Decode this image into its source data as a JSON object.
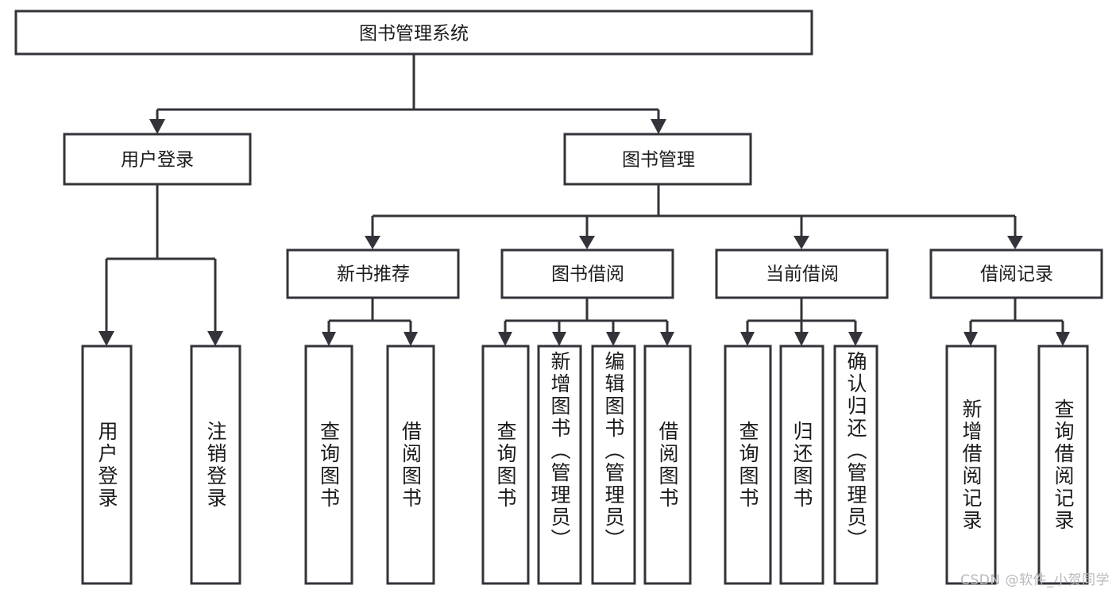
{
  "diagram": {
    "type": "tree",
    "title": "图书管理系统",
    "orientation": "top-down",
    "colors": {
      "box_stroke": "#33333a",
      "box_fill": "#ffffff",
      "text": "#1b1b1b",
      "background": "#ffffff",
      "watermark": "#b9b9bd"
    },
    "root": {
      "label": "图书管理系统",
      "children": [
        {
          "label": "用户登录",
          "children": [
            {
              "label": "用户登录"
            },
            {
              "label": "注销登录"
            }
          ]
        },
        {
          "label": "图书管理",
          "children": [
            {
              "label": "新书推荐",
              "children": [
                {
                  "label": "查询图书"
                },
                {
                  "label": "借阅图书"
                }
              ]
            },
            {
              "label": "图书借阅",
              "children": [
                {
                  "label": "查询图书"
                },
                {
                  "label": "新增图书（管理员）"
                },
                {
                  "label": "编辑图书（管理员）"
                },
                {
                  "label": "借阅图书"
                }
              ]
            },
            {
              "label": "当前借阅",
              "children": [
                {
                  "label": "查询图书"
                },
                {
                  "label": "归还图书"
                },
                {
                  "label": "确认归还（管理员）"
                }
              ]
            },
            {
              "label": "借阅记录",
              "children": [
                {
                  "label": "新增借阅记录"
                },
                {
                  "label": "查询借阅记录"
                }
              ]
            }
          ]
        }
      ]
    },
    "nodes": {
      "root": "图书管理系统",
      "user_login": "用户登录",
      "book_manage": "图书管理",
      "new_book_rec": "新书推荐",
      "book_borrow": "图书借阅",
      "current_borrow": "当前借阅",
      "borrow_record": "借阅记录",
      "leaf_user_login": "用户登录",
      "leaf_logout": "注销登录",
      "leaf_query_book_1": "查询图书",
      "leaf_borrow_book_1": "借阅图书",
      "leaf_query_book_2": "查询图书",
      "leaf_add_book": "新增图书（管理员）",
      "leaf_edit_book": "编辑图书（管理员）",
      "leaf_borrow_book_2": "借阅图书",
      "leaf_query_book_3": "查询图书",
      "leaf_return_book": "归还图书",
      "leaf_confirm_return": "确认归还（管理员）",
      "leaf_add_record": "新增借阅记录",
      "leaf_query_record": "查询借阅记录"
    }
  },
  "watermark": {
    "text": "CSDN @软件_小贺同学"
  }
}
